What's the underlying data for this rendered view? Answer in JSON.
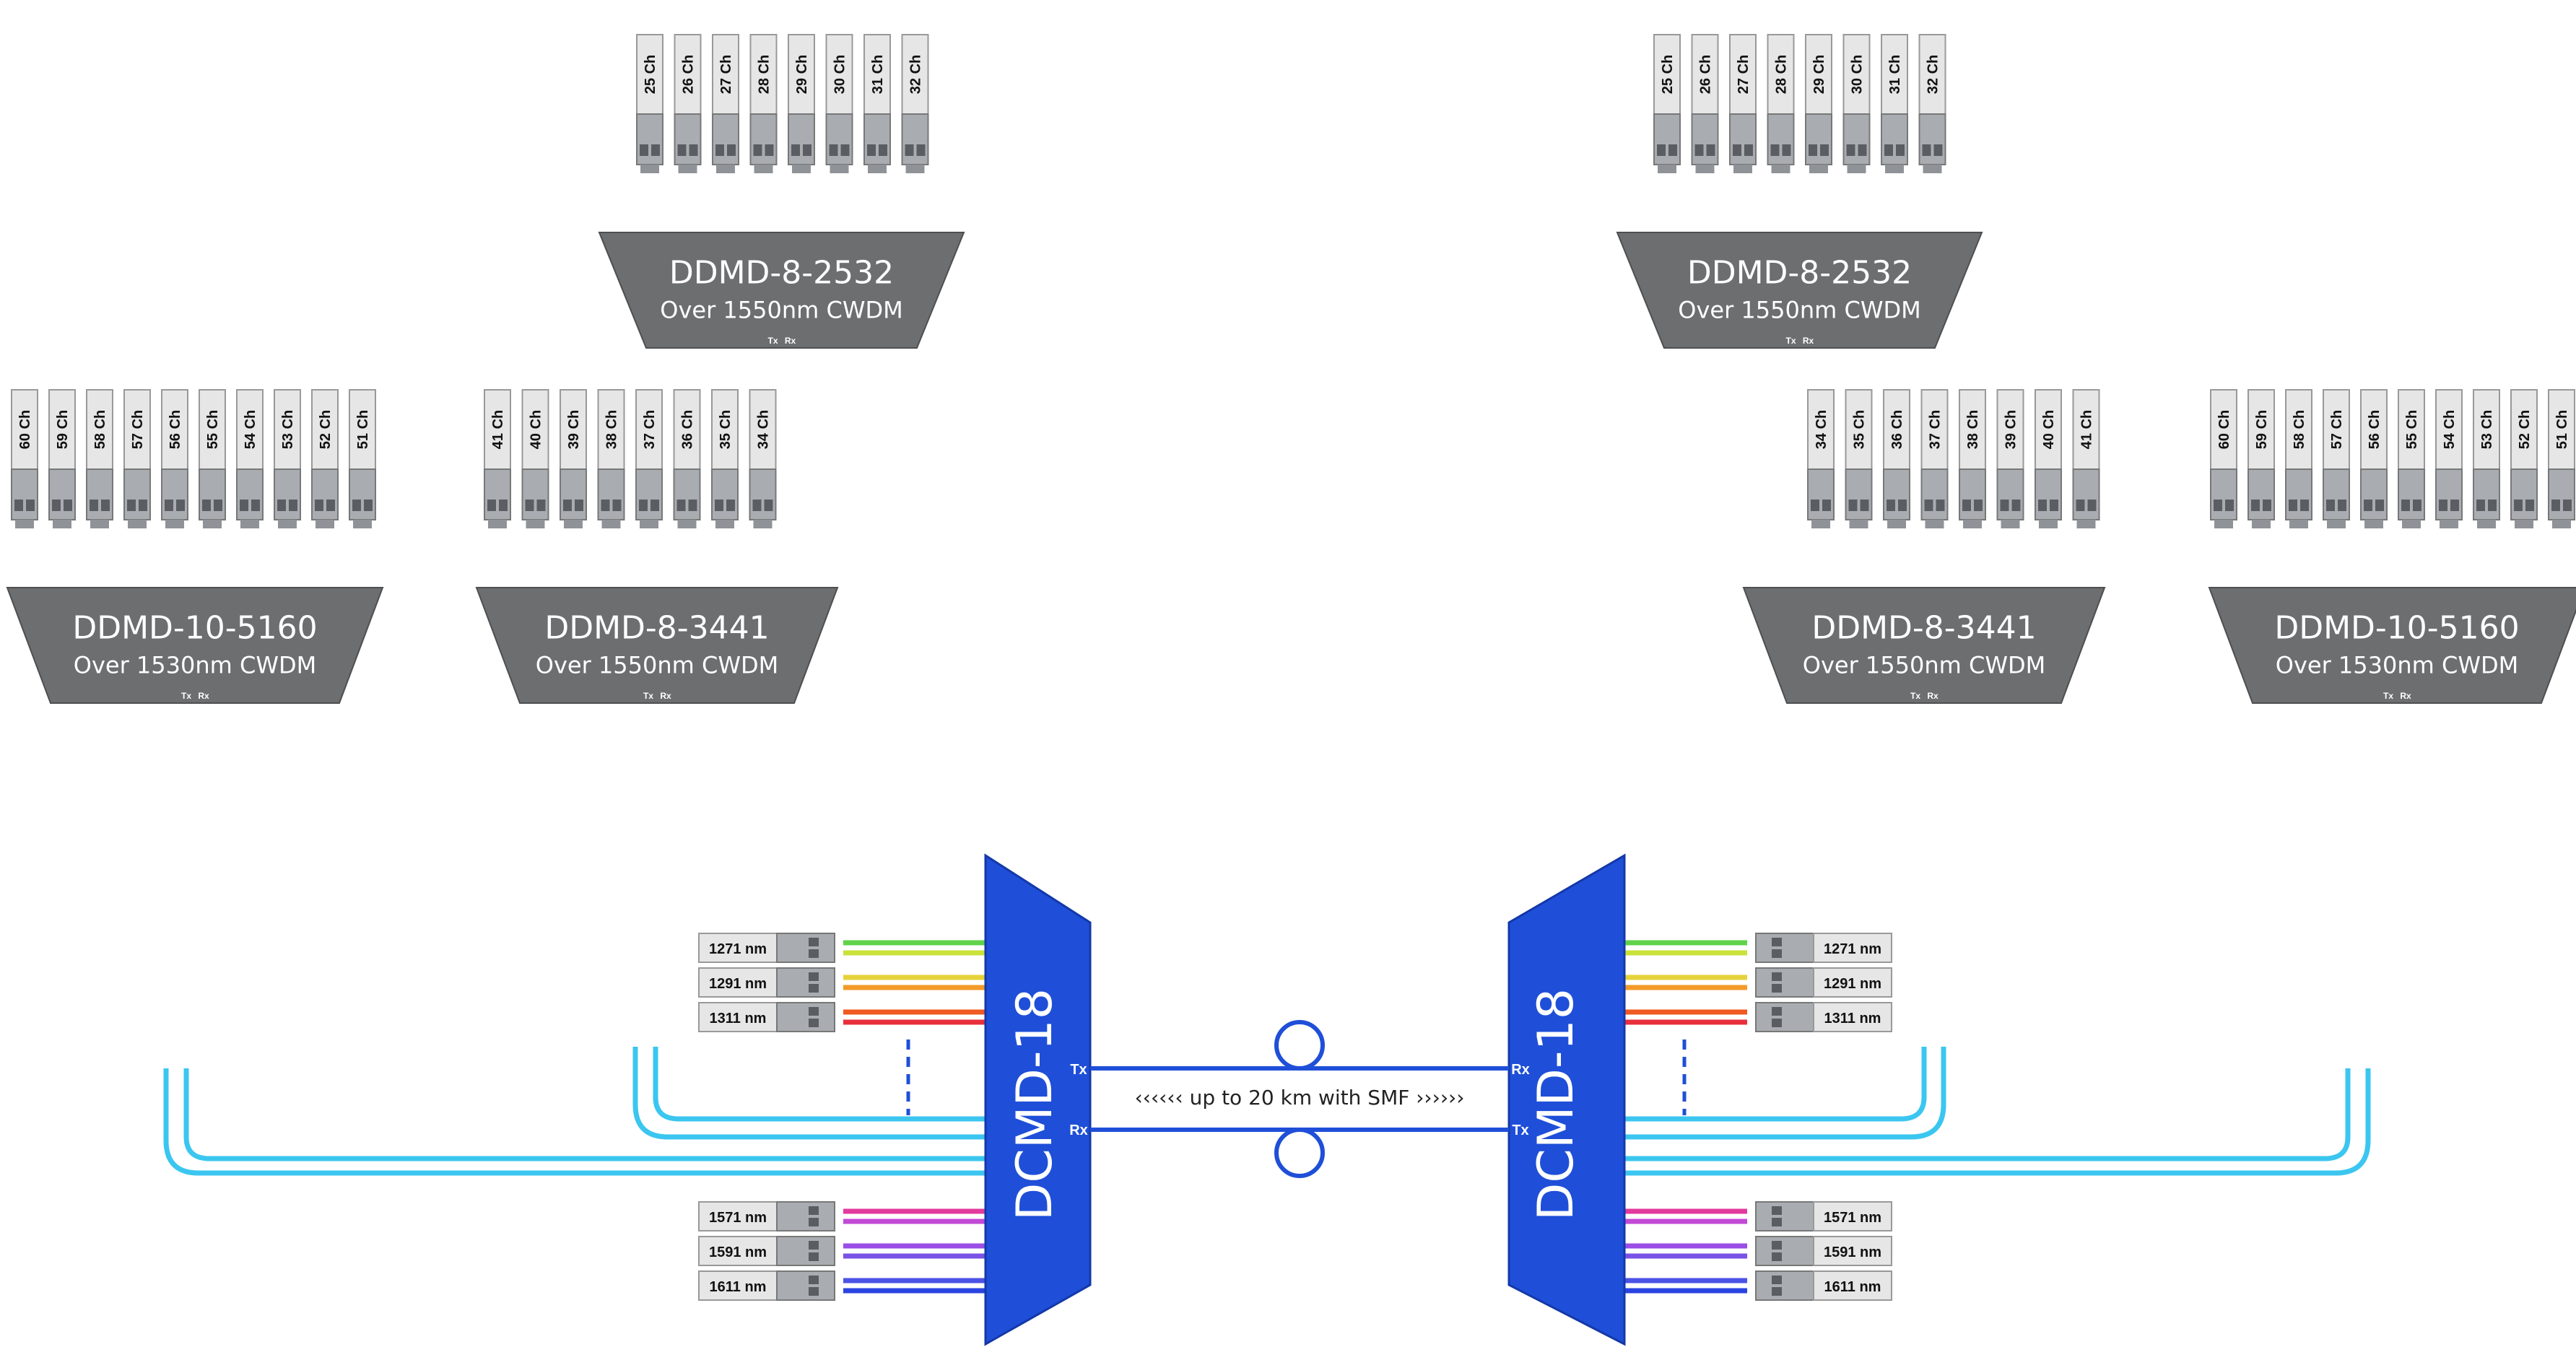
{
  "colors": {
    "background": "#ffffff",
    "mux_grey": "#6d6e70",
    "dcmd_blue": "#1f4fd8",
    "link_blue": "#1f4fd8",
    "common_cyan": "#3bc6f0",
    "sfp_body": "#a9adb1",
    "label_bg": "#e6e6e6"
  },
  "palette": [
    "#7fd04a",
    "#d9e23a",
    "#f3c428",
    "#ef7d23",
    "#e8303b",
    "#e83a76",
    "#e23a9d",
    "#d14ad0",
    "#9a4ee6",
    "#5b52e6",
    "#2a43e0"
  ],
  "muxes": {
    "upper_left_2532": {
      "name": "DDMD-8-2532",
      "sub": "Over 1550nm CWDM",
      "tx": "Tx",
      "rx": "Rx"
    },
    "upper_right_2532": {
      "name": "DDMD-8-2532",
      "sub": "Over 1550nm CWDM",
      "tx": "Tx",
      "rx": "Rx"
    },
    "left_5160": {
      "name": "DDMD-10-5160",
      "sub": "Over 1530nm CWDM",
      "tx": "Tx",
      "rx": "Rx"
    },
    "left_3441": {
      "name": "DDMD-8-3441",
      "sub": "Over 1550nm CWDM",
      "tx": "Tx",
      "rx": "Rx"
    },
    "right_3441": {
      "name": "DDMD-8-3441",
      "sub": "Over 1550nm CWDM",
      "tx": "Tx",
      "rx": "Rx"
    },
    "right_5160": {
      "name": "DDMD-10-5160",
      "sub": "Over 1530nm CWDM",
      "tx": "Tx",
      "rx": "Rx"
    }
  },
  "channels": {
    "ch_2532": [
      "25 Ch",
      "26 Ch",
      "27 Ch",
      "28 Ch",
      "29 Ch",
      "30 Ch",
      "31 Ch",
      "32 Ch"
    ],
    "ch_5160": [
      "60 Ch",
      "59 Ch",
      "58 Ch",
      "57 Ch",
      "56 Ch",
      "55 Ch",
      "54 Ch",
      "53 Ch",
      "52 Ch",
      "51 Ch"
    ],
    "ch_3441_left": [
      "41 Ch",
      "40 Ch",
      "39 Ch",
      "38 Ch",
      "37 Ch",
      "36 Ch",
      "35 Ch",
      "34 Ch"
    ],
    "ch_3441_right": [
      "34 Ch",
      "35 Ch",
      "36 Ch",
      "37 Ch",
      "38 Ch",
      "39 Ch",
      "40 Ch",
      "41 Ch"
    ]
  },
  "wavelengths": {
    "upper": [
      "1271 nm",
      "1291 nm",
      "1311 nm"
    ],
    "lower": [
      "1571 nm",
      "1591 nm",
      "1611 nm"
    ]
  },
  "dcmd": {
    "name": "DCMD-18",
    "tx": "Tx",
    "rx": "Rx"
  },
  "link": {
    "text": "‹‹‹‹‹‹   up to 20 km with SMF   ››››››"
  }
}
